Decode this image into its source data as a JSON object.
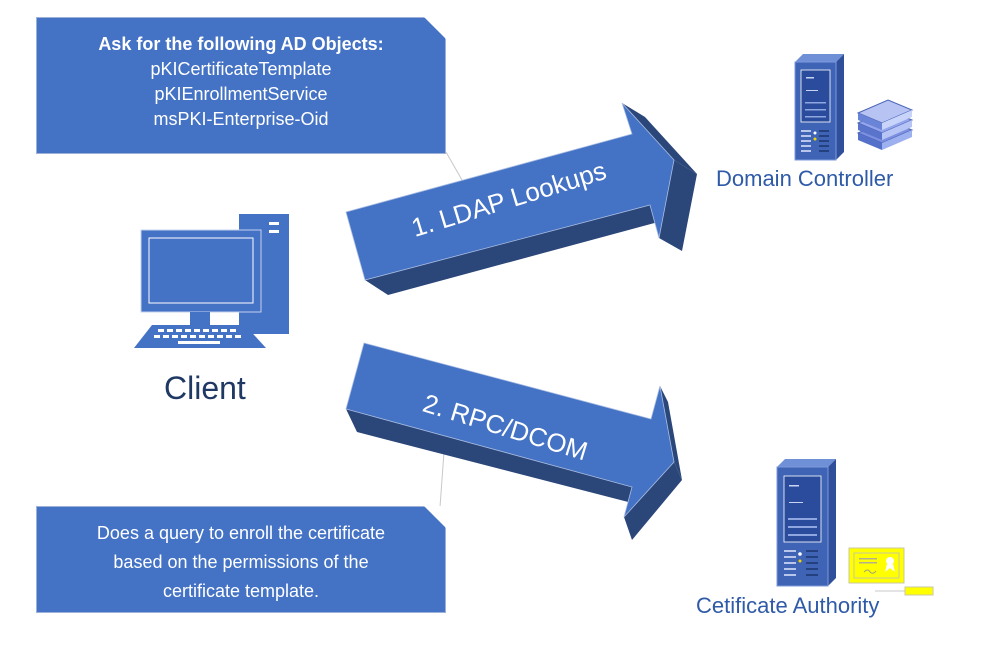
{
  "callouts": {
    "top": {
      "title": "Ask for the following AD Objects:",
      "lines": [
        "pKICertificateTemplate",
        "pKIEnrollmentService",
        "msPKI-Enterprise-Oid"
      ]
    },
    "bottom": {
      "lines": [
        "Does a query to enroll the certificate",
        "based on the permissions of the",
        "certificate template."
      ]
    }
  },
  "nodes": {
    "client": {
      "label": "Client",
      "icon": "desktop-computer-icon"
    },
    "domain_controller": {
      "label": "Domain Controller",
      "icon": "server-tower-icon"
    },
    "certificate_authority": {
      "label": "Cetificate Authority",
      "icon": "server-tower-icon"
    }
  },
  "arrows": {
    "first": {
      "label": "1. LDAP Lookups",
      "from": "Client",
      "to": "Domain Controller"
    },
    "second": {
      "label": "2. RPC/DCOM",
      "from": "Client",
      "to": "Cetificate Authority"
    }
  },
  "colors": {
    "arrow_front": "#4472c4",
    "arrow_side": "#2b4679",
    "callout_fill": "#4472c4",
    "client_label": "#1f3864",
    "node_label": "#2e5aa8",
    "certificate": "#ffff00"
  }
}
